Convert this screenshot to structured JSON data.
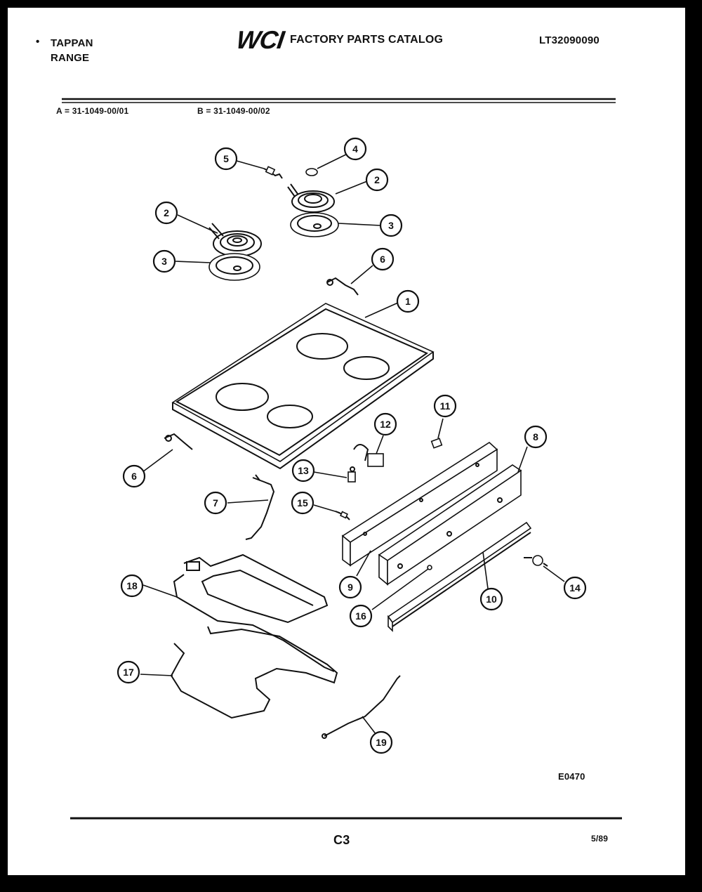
{
  "header": {
    "brand_line1": "TAPPAN",
    "brand_line2": "RANGE",
    "brand_dot": "•",
    "logo": "WCI",
    "catalog_title": "FACTORY PARTS CATALOG",
    "catalog_number": "LT32090090"
  },
  "variants": {
    "a": "A = 31-1049-00/01",
    "b": "B = 31-1049-00/02"
  },
  "callouts": [
    {
      "id": "c1",
      "label": "1"
    },
    {
      "id": "c2a",
      "label": "2"
    },
    {
      "id": "c2b",
      "label": "2"
    },
    {
      "id": "c3a",
      "label": "3"
    },
    {
      "id": "c3b",
      "label": "3"
    },
    {
      "id": "c4",
      "label": "4"
    },
    {
      "id": "c5",
      "label": "5"
    },
    {
      "id": "c6a",
      "label": "6"
    },
    {
      "id": "c6b",
      "label": "6"
    },
    {
      "id": "c7",
      "label": "7"
    },
    {
      "id": "c8",
      "label": "8"
    },
    {
      "id": "c9",
      "label": "9"
    },
    {
      "id": "c10",
      "label": "10"
    },
    {
      "id": "c11",
      "label": "11"
    },
    {
      "id": "c12",
      "label": "12"
    },
    {
      "id": "c13",
      "label": "13"
    },
    {
      "id": "c14",
      "label": "14"
    },
    {
      "id": "c15",
      "label": "15"
    },
    {
      "id": "c16",
      "label": "16"
    },
    {
      "id": "c17",
      "label": "17"
    },
    {
      "id": "c18",
      "label": "18"
    },
    {
      "id": "c19",
      "label": "19"
    }
  ],
  "footer": {
    "diagram_code": "E0470",
    "page_number": "C3",
    "date_code": "5/89"
  }
}
